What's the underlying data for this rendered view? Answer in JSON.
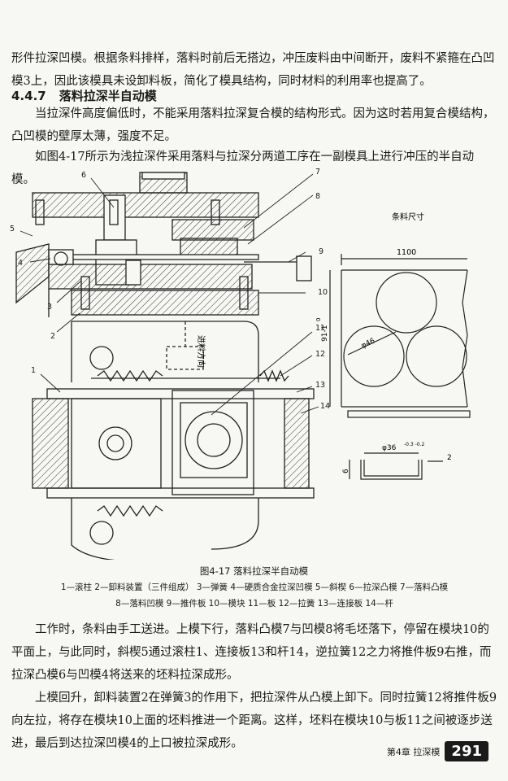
{
  "text": {
    "intro": "形件拉深凹模。根据条料排样，落料时前后无搭边，冲压废料由中间断开，废料不紧箍在凸凹模3上，因此该模具未设卸料板，简化了模具结构，同时材料的利用率也提高了。",
    "section_number": "4.4.7",
    "section_title": "落料拉深半自动模",
    "p1": "当拉深件高度偏低时，不能采用落料拉深复合模的结构形式。因为这时若用复合模结构，凸凹模的壁厚太薄，强度不足。",
    "p2": "如图4-17所示为浅拉深件采用落料与拉深分两道工序在一副模具上进行冲压的半自动模。",
    "p3": "工作时，条料由手工送进。上模下行，落料凸模7与凹模8将毛坯落下，停留在模块10的平面上，与此同时，斜楔5通过滚柱1、连接板13和杆14，逆拉簧12之力将推件板9右推，而拉深凸模6与凹模4将送来的坯料拉深成形。",
    "p4": "上模回升，卸料装置2在弹簧3的作用下，把拉深件从凸模上卸下。同时拉簧12将推件板9向左拉，将存在模块10上面的坯料推进一个距离。这样，坯料在模块10与板11之间被逐步送进，最后到达拉深凹模4的上口被拉深成形。"
  },
  "figure": {
    "caption": "图4-17   落料拉深半自动模",
    "legend_line1": "1—滚柱   2—卸料装置（三件组成）  3—弹簧   4—硬质合金拉深凹模   5—斜楔   6—拉深凸模   7—落料凸模",
    "legend_line2": "8—落料凹模   9—推件板   10—模块   11—板   12—拉簧   13—连接板   14—杆",
    "strip_title": "条料尺寸",
    "feed_label": "进料方向",
    "dim_1100": "1100",
    "dim_91": "91-1",
    "dim_91_sup": "0",
    "dim_46": "φ46",
    "dim_36": "φ36",
    "dim_36_tol": "-0.3 -0.2",
    "dim_2": "2",
    "dim_6": "6",
    "callouts": [
      "1",
      "2",
      "3",
      "4",
      "5",
      "6",
      "7",
      "8",
      "9",
      "10",
      "11",
      "12",
      "13",
      "14"
    ]
  },
  "footer": {
    "chapter": "第4章   拉深模",
    "page_number": "291"
  }
}
